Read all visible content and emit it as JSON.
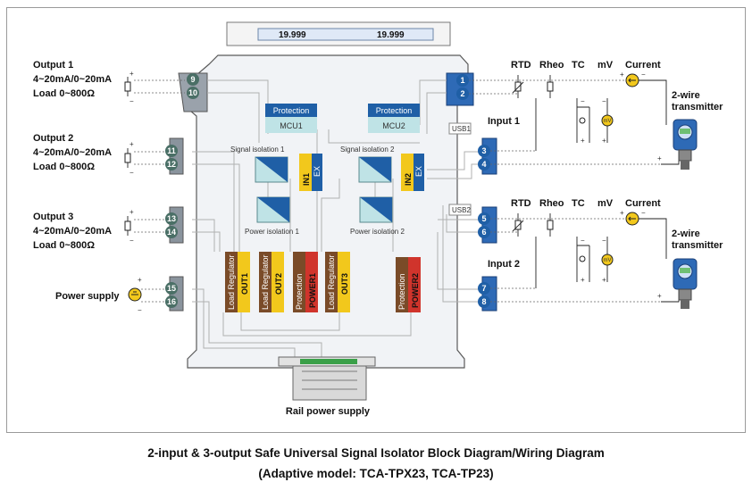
{
  "display": {
    "value1": "19.999",
    "value2": "19.999"
  },
  "outputs": [
    {
      "title": "Output 1",
      "range": "4~20mA/0~20mA",
      "load": "Load 0~800Ω",
      "term_a": "9",
      "term_b": "10"
    },
    {
      "title": "Output 2",
      "range": "4~20mA/0~20mA",
      "load": "Load 0~800Ω",
      "term_a": "11",
      "term_b": "12"
    },
    {
      "title": "Output 3",
      "range": "4~20mA/0~20mA",
      "load": "Load 0~800Ω",
      "term_a": "13",
      "term_b": "14"
    }
  ],
  "power": {
    "label": "Power supply",
    "term_a": "15",
    "term_b": "16"
  },
  "channels": [
    {
      "protection": "Protection",
      "mcu": "MCU1",
      "signal_iso": "Signal isolation 1",
      "power_iso": "Power isolation 1",
      "in": "IN1",
      "ex": "EX",
      "usb": "USB1",
      "input_label": "Input 1"
    },
    {
      "protection": "Protection",
      "mcu": "MCU2",
      "signal_iso": "Signal isolation 2",
      "power_iso": "Power isolation 2",
      "in": "IN2",
      "ex": "EX",
      "usb": "USB2",
      "input_label": "Input 2"
    }
  ],
  "bottom_blocks": {
    "load_regulator": "Load Regulator",
    "out1": "OUT1",
    "out2": "OUT2",
    "out3": "OUT3",
    "protection": "Protection",
    "power1": "POWER1",
    "power2": "POWER2"
  },
  "input_terminals": [
    "1",
    "2",
    "3",
    "4",
    "5",
    "6",
    "7",
    "8"
  ],
  "sensor_headers": {
    "rtd": "RTD",
    "rheo": "Rheo",
    "tc": "TC",
    "mv": "mV",
    "current": "Current",
    "mv_badge": "mV"
  },
  "transmitter": "2-wire transmitter",
  "rail": "Rail power supply",
  "caption": {
    "line1": "2-input & 3-output Safe Universal Signal Isolator Block Diagram/Wiring Diagram",
    "line2": "(Adaptive model: TCA-TPX23, TCA-TP23)"
  },
  "colors": {
    "blue": "#1f5fa6",
    "navy": "#1a3f77",
    "teal_term": "#4a6f66",
    "brown": "#7a4b28",
    "yellow": "#f2c81c",
    "red": "#d0342c",
    "housing": "#f1f3f6"
  }
}
